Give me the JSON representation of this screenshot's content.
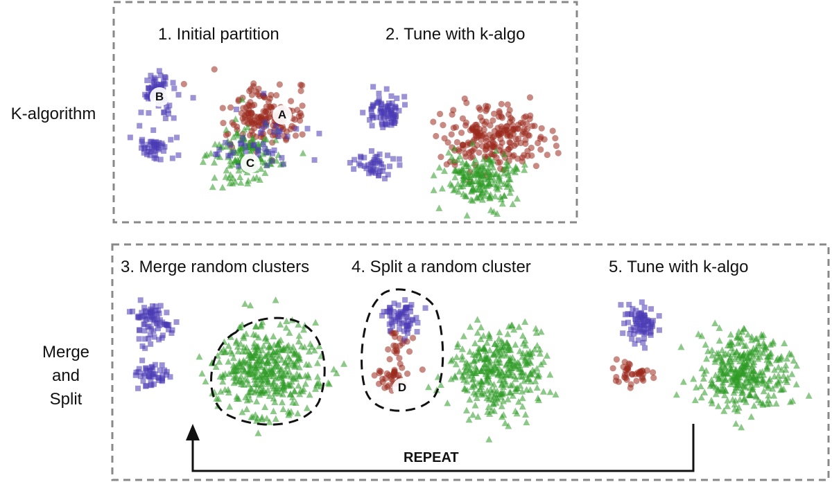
{
  "rows": {
    "k_algorithm": {
      "label": "K-algorithm"
    },
    "merge_split": {
      "label_lines": [
        "Merge",
        "and",
        "Split"
      ]
    }
  },
  "steps": [
    {
      "title": "1. Initial partition"
    },
    {
      "title": "2. Tune with k-algo"
    },
    {
      "title": "3. Merge random clusters"
    },
    {
      "title": "4. Split a random cluster"
    },
    {
      "title": "5. Tune with k-algo"
    }
  ],
  "markers": {
    "a": "A",
    "b": "B",
    "c": "C",
    "d": "D"
  },
  "repeat_label": "REPEAT",
  "colors": {
    "blue": "#4b3bb5",
    "red": "#9a2a1e",
    "green": "#2e9a25",
    "border": "#888888"
  }
}
